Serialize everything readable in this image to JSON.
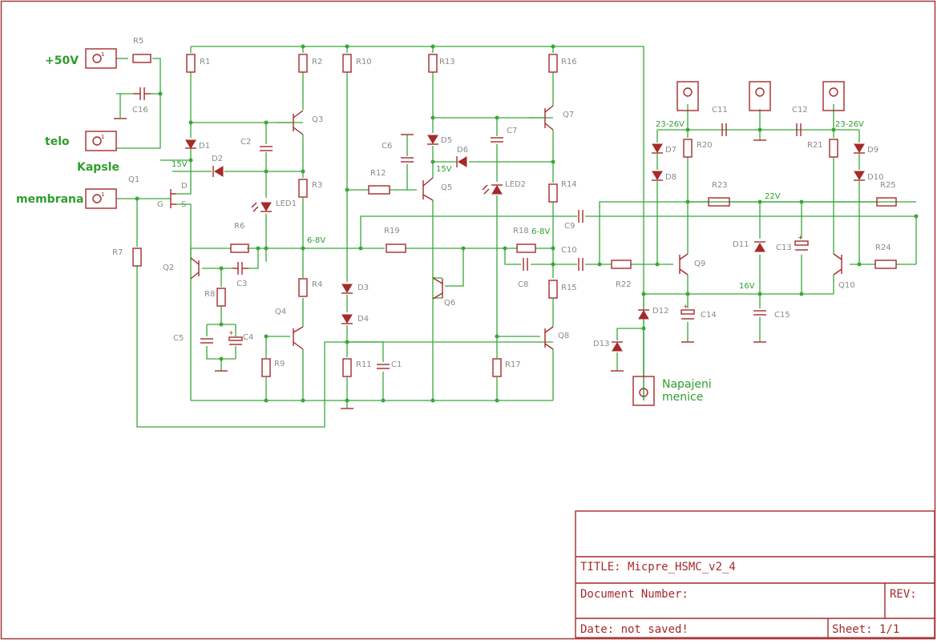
{
  "connectors": [
    {
      "name": "+50V",
      "pin": "1"
    },
    {
      "name": "telo",
      "pin": "1"
    },
    {
      "name": "membrana",
      "pin": "1"
    }
  ],
  "heading": "Kapsle",
  "napajeni": [
    "Napajeni",
    "menice"
  ],
  "nets": {
    "v15a": "15V",
    "v15b": "15V",
    "v68a": "6-8V",
    "v68b": "6-8V",
    "v22": "22V",
    "v16": "16V",
    "v2326a": "23-26V",
    "v2326b": "23-26V"
  },
  "parts": {
    "R1": "R1",
    "R2": "R2",
    "R3": "R3",
    "R4": "R4",
    "R5": "R5",
    "R6": "R6",
    "R7": "R7",
    "R8": "R8",
    "R9": "R9",
    "R10": "R10",
    "R11": "R11",
    "R12": "R12",
    "R13": "R13",
    "R14": "R14",
    "R15": "R15",
    "R16": "R16",
    "R17": "R17",
    "R18": "R18",
    "R19": "R19",
    "R20": "R20",
    "R21": "R21",
    "R22": "R22",
    "R23": "R23",
    "R24": "R24",
    "R25": "R25",
    "C1": "C1",
    "C2": "C2",
    "C3": "C3",
    "C4": "C4",
    "C5": "C5",
    "C6": "C6",
    "C7": "C7",
    "C8": "C8",
    "C9": "C9",
    "C10": "C10",
    "C11": "C11",
    "C12": "C12",
    "C13": "C13",
    "C14": "C14",
    "C15": "C15",
    "C16": "C16",
    "D1": "D1",
    "D2": "D2",
    "D3": "D3",
    "D4": "D4",
    "D5": "D5",
    "D6": "D6",
    "D7": "D7",
    "D8": "D8",
    "D9": "D9",
    "D10": "D10",
    "D11": "D11",
    "D12": "D12",
    "D13": "D13",
    "Q1": "Q1",
    "Q2": "Q2",
    "Q3": "Q3",
    "Q4": "Q4",
    "Q5": "Q5",
    "Q6": "Q6",
    "Q7": "Q7",
    "Q8": "Q8",
    "Q9": "Q9",
    "Q10": "Q10",
    "LED1": "LED1",
    "LED2": "LED2",
    "G": "G",
    "D": "D",
    "S": "S"
  },
  "titleblock": {
    "title": "TITLE:  Micpre_HSMC_v2_4",
    "docnum": "Document Number:",
    "rev": "REV:",
    "date": "Date: not saved!",
    "sheet": "Sheet: 1/1"
  },
  "colors": {
    "wire": "#3aa63a",
    "part": "#a52a2a",
    "label": "#8a8a8a"
  }
}
